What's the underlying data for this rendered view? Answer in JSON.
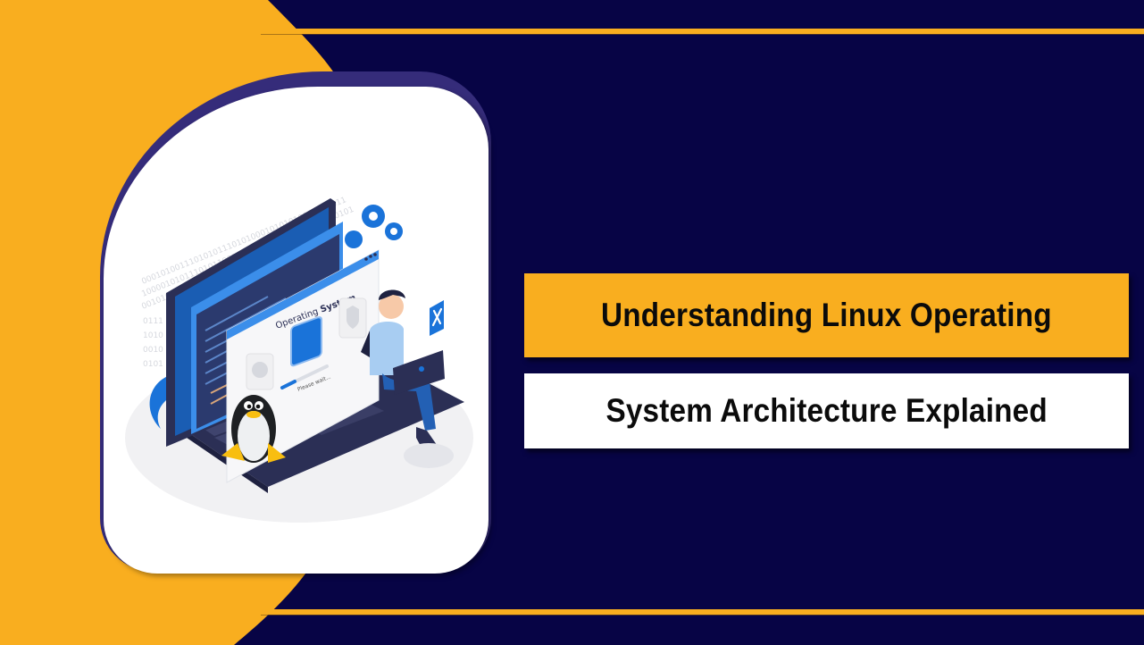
{
  "colors": {
    "background": "#070445",
    "accent_yellow": "#F9AE1F",
    "card_shadow_purple": "#352C7A",
    "card_white": "#FFFFFF",
    "illustration_blue": "#1A73D9",
    "illustration_dark": "#2B2F55"
  },
  "title": {
    "line1": "Understanding Linux Operating",
    "line2": "System Architecture Explained"
  },
  "illustration": {
    "window_title_light": "Operating",
    "window_title_bold": "System",
    "status_text": "Please wait...",
    "binary_rows": [
      "0001010011101010111010100010101010001010011",
      "1000010101110101100101011001010101 10C0010101",
      "001010100101101010110101011010101100101"
    ],
    "icons": [
      "gear-icon",
      "gear-icon",
      "gear-icon",
      "shield-icon",
      "tools-icon",
      "linux-penguin-icon",
      "laptop-icon",
      "person-icon",
      "plant-icon"
    ]
  }
}
